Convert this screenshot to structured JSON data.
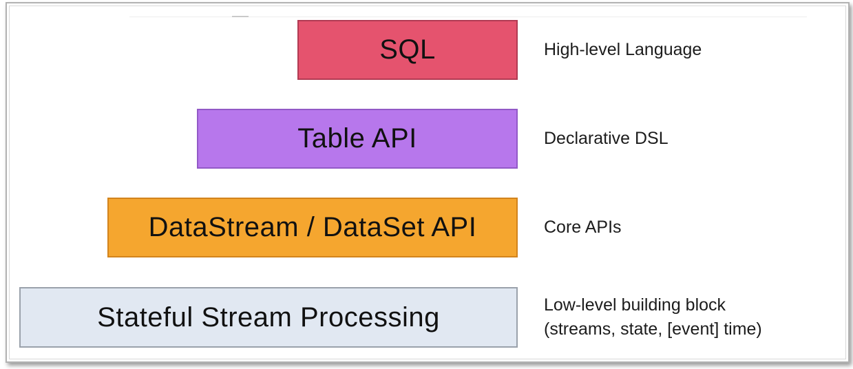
{
  "diagram": {
    "layers": [
      {
        "id": "sql",
        "label": "SQL",
        "annotation_lines": [
          "High-level Language"
        ],
        "fill": "#e5536e",
        "border": "#b13a52"
      },
      {
        "id": "table-api",
        "label": "Table API",
        "annotation_lines": [
          "Declarative DSL"
        ],
        "fill": "#b777ec",
        "border": "#9259c7"
      },
      {
        "id": "datastream-dataset-api",
        "label": "DataStream / DataSet API",
        "annotation_lines": [
          "Core APIs"
        ],
        "fill": "#f5a62f",
        "border": "#d2831c"
      },
      {
        "id": "stateful-stream-processing",
        "label": "Stateful Stream Processing",
        "annotation_lines": [
          "Low-level building block",
          "(streams, state, [event] time)"
        ],
        "fill": "#e1e8f2",
        "border": "#9aa1ab"
      }
    ]
  }
}
